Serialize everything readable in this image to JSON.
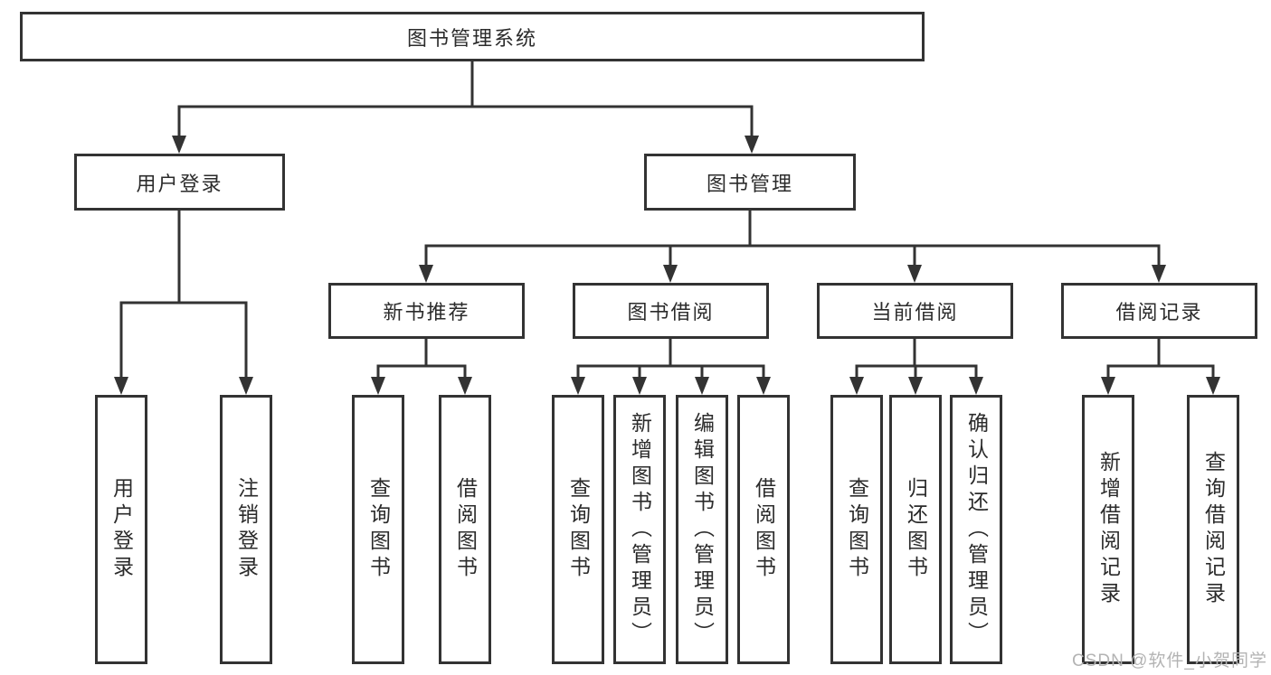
{
  "tree": {
    "root": "图书管理系统",
    "branches": [
      "用户登录",
      "图书管理"
    ],
    "sections": [
      "新书推荐",
      "图书借阅",
      "当前借阅",
      "借阅记录"
    ],
    "leaves": {
      "login": [
        "用户登录",
        "注销登录"
      ],
      "recommend": [
        "查询图书",
        "借阅图书"
      ],
      "borrow": [
        "查询图书",
        "新增图书（管理员）",
        "编辑图书（管理员）",
        "借阅图书"
      ],
      "current": [
        "查询图书",
        "归还图书",
        "确认归还（管理员）"
      ],
      "records": [
        "新增借阅记录",
        "查询借阅记录"
      ]
    }
  },
  "watermark": "CSDN @软件_小贺同学",
  "colors": {
    "line": "#333333",
    "text": "#2b2b2b",
    "watermark": "#b3b3b3"
  }
}
